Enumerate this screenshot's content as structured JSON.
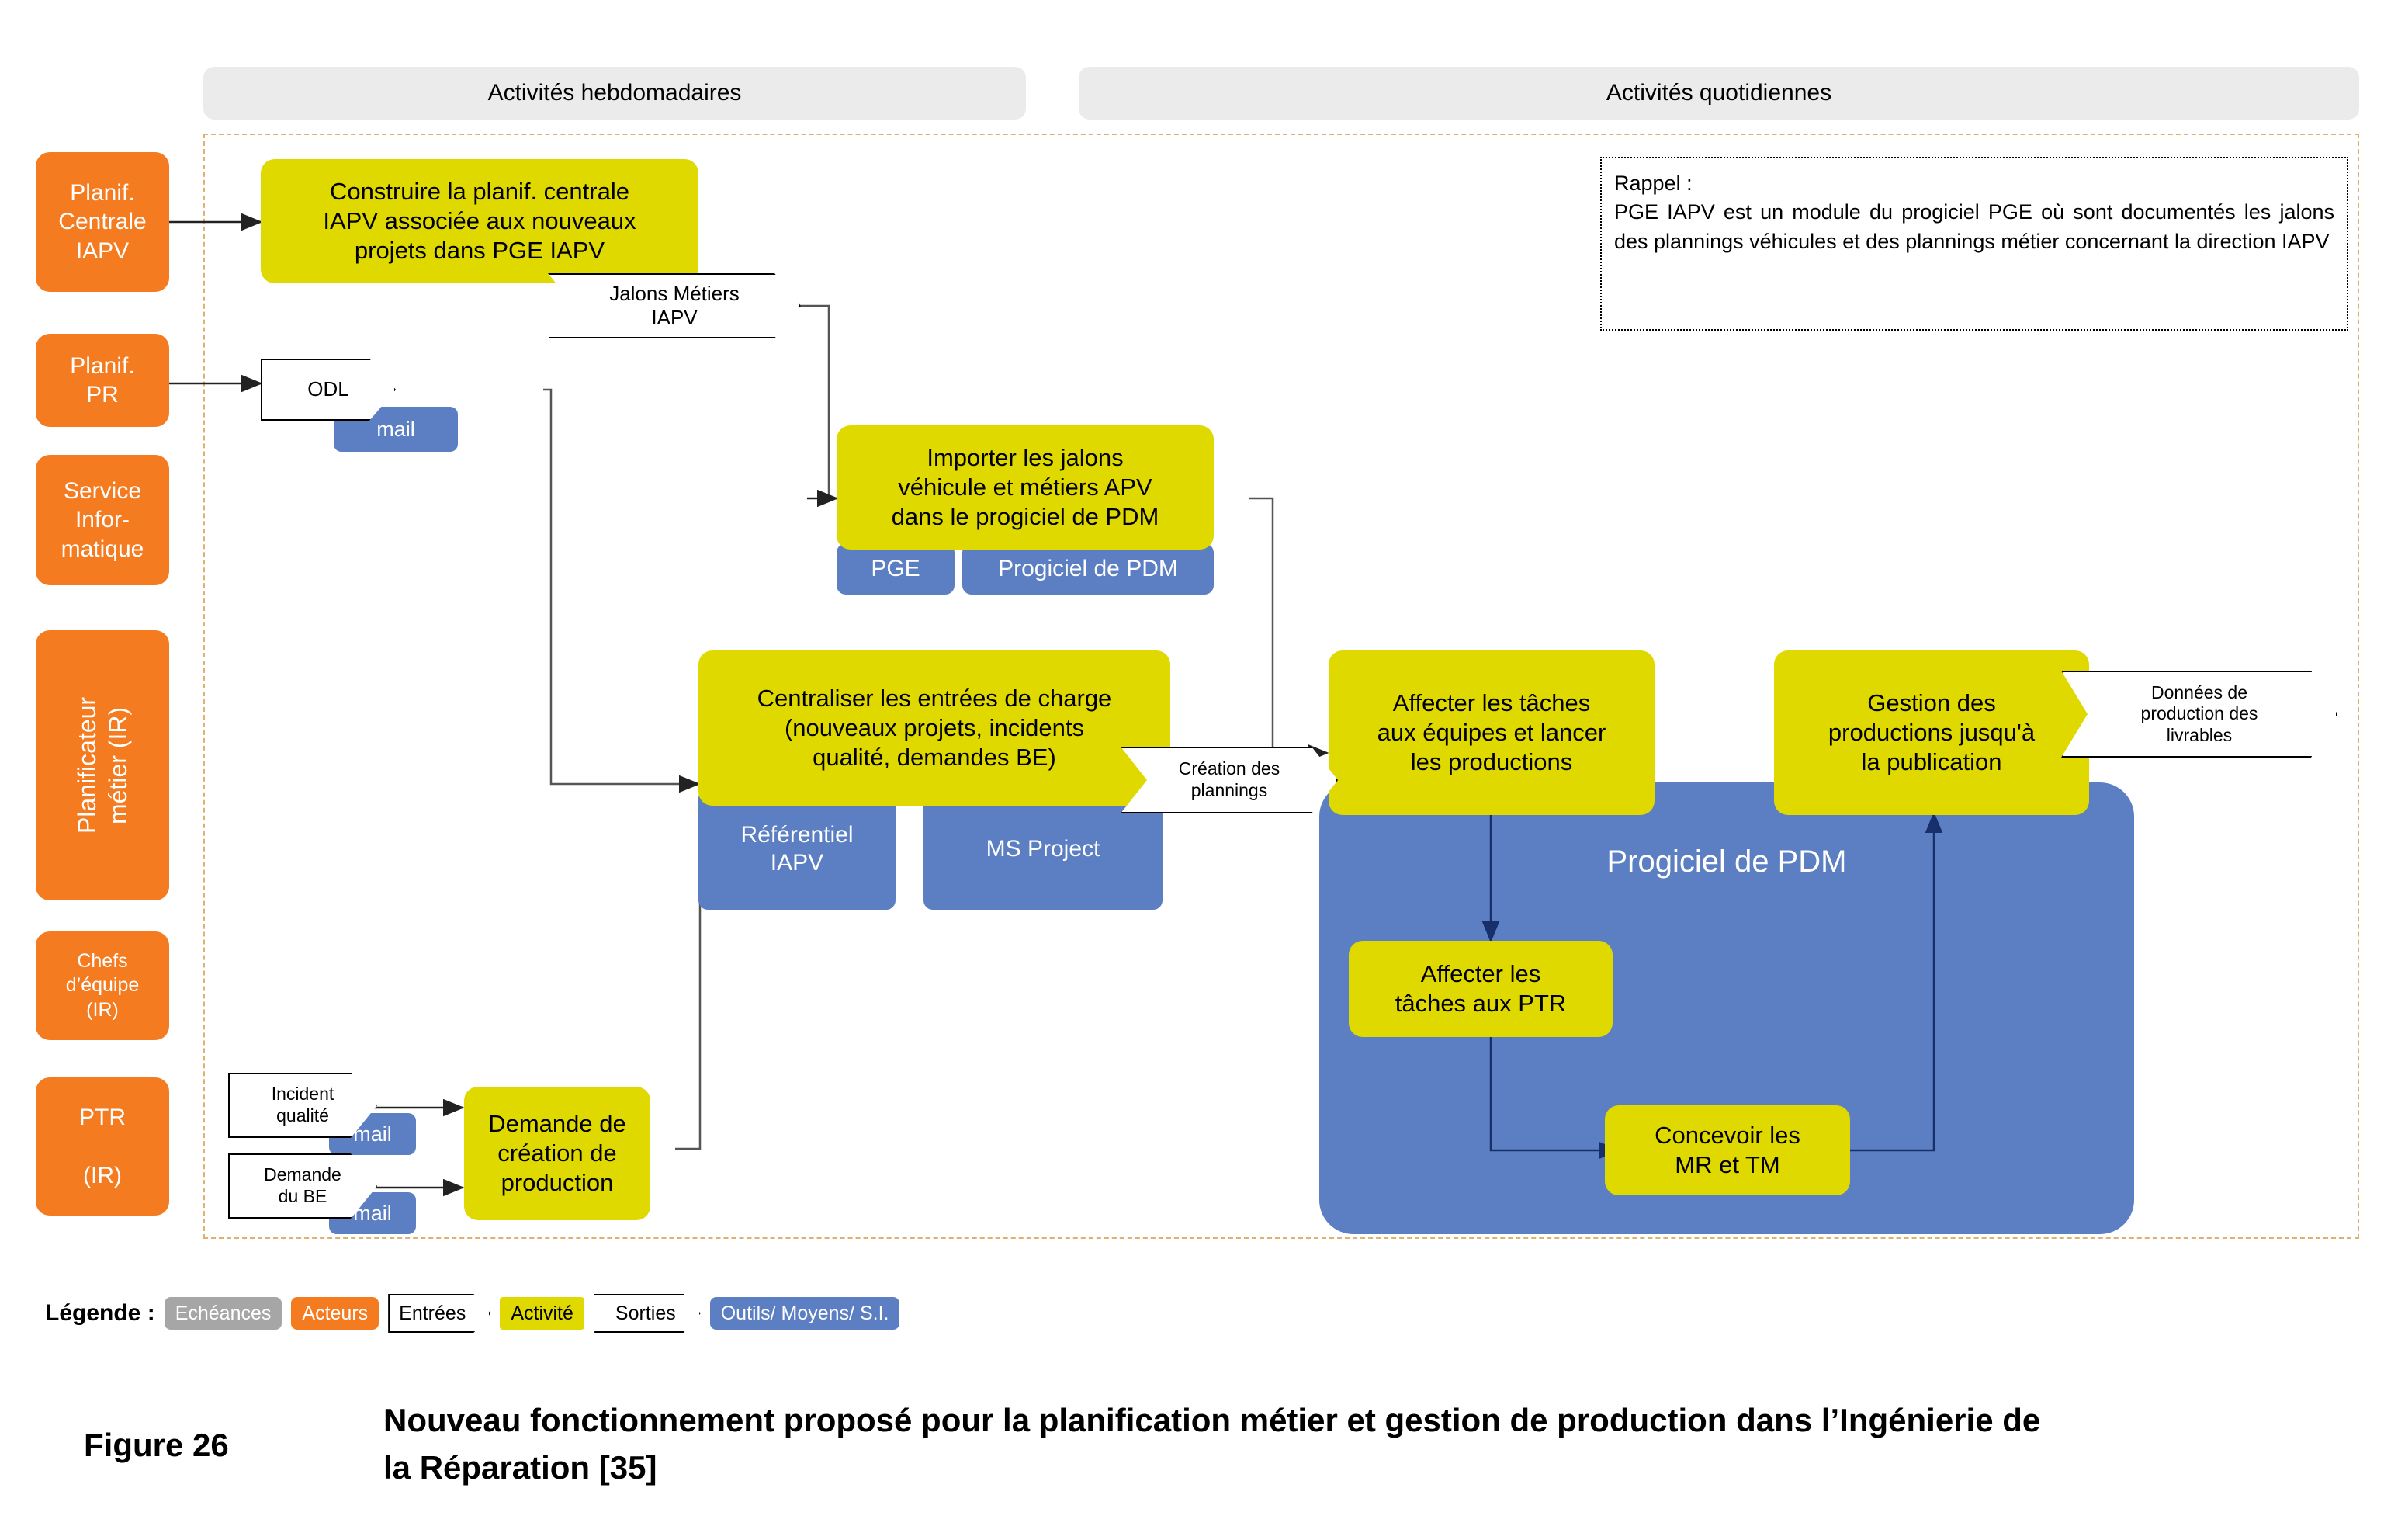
{
  "phases": [
    {
      "label": "Activités hebdomadaires"
    },
    {
      "label": "Activités quotidiennes"
    }
  ],
  "actors": [
    {
      "label": "Planif.\nCentrale\nIAPV"
    },
    {
      "label": "Planif.\nPR"
    },
    {
      "label": "Service\nInfor-\nmatique"
    },
    {
      "label": "Planificateur\nmétier (IR)"
    },
    {
      "label": "Chefs\nd’équipe\n(IR)"
    },
    {
      "label": "PTR\n\n(IR)"
    }
  ],
  "activities": [
    {
      "label": "Construire la planif. centrale\nIAPV associée aux nouveaux\nprojets dans PGE IAPV"
    },
    {
      "label": "Importer les jalons\nvéhicule et métiers APV\ndans le progiciel de PDM"
    },
    {
      "label": "Centraliser les entrées de charge\n(nouveaux projets, incidents\nqualité, demandes BE)"
    },
    {
      "label": "Affecter les tâches\naux équipes et lancer\nles productions"
    },
    {
      "label": "Gestion des\nproductions jusqu'à\nla publication"
    },
    {
      "label": "Demande de\ncréation de\nproduction"
    },
    {
      "label": "Affecter les\ntâches aux PTR"
    },
    {
      "label": "Concevoir les\nMR et TM"
    }
  ],
  "tools": [
    {
      "label": "mail"
    },
    {
      "label": "PGE"
    },
    {
      "label": "Progiciel de PDM"
    },
    {
      "label": "Référentiel\nIAPV"
    },
    {
      "label": "MS Project"
    },
    {
      "label": "Progiciel de PDM"
    },
    {
      "label": "mail"
    },
    {
      "label": "mail"
    }
  ],
  "flows": [
    {
      "label": "Jalons Métiers\nIAPV"
    },
    {
      "label": "ODL"
    },
    {
      "label": "Création des\nplannings"
    },
    {
      "label": "Données de\nproduction des\nlivrables"
    },
    {
      "label": "Incident\nqualité"
    },
    {
      "label": "Demande\ndu BE"
    }
  ],
  "note": {
    "title": "Rappel :",
    "body": "PGE IAPV est un module du progiciel PGE où sont documentés les jalons des plannings véhicules et des plannings métier concernant la direction IAPV"
  },
  "legend": {
    "label": "Légende :",
    "items": [
      {
        "text": "Echéances",
        "kind": "grey"
      },
      {
        "text": "Acteurs",
        "kind": "orange"
      },
      {
        "text": "Entrées",
        "kind": "chevron-in"
      },
      {
        "text": "Activité",
        "kind": "yellow"
      },
      {
        "text": "Sorties",
        "kind": "chevron-out"
      },
      {
        "text": "Outils/ Moyens/ S.I.",
        "kind": "blue"
      }
    ]
  },
  "caption": {
    "number": "Figure 26",
    "text": "Nouveau fonctionnement proposé pour la planification métier et gestion de production dans l’Ingénierie de la Réparation [35]"
  },
  "colors": {
    "actor": "#f47b20",
    "activity": "#dfd900",
    "tool": "#5b7fc2",
    "phase_bar": "#ebebeb",
    "lane_border": "#e0b070",
    "legend_grey": "#a6a6a6"
  }
}
